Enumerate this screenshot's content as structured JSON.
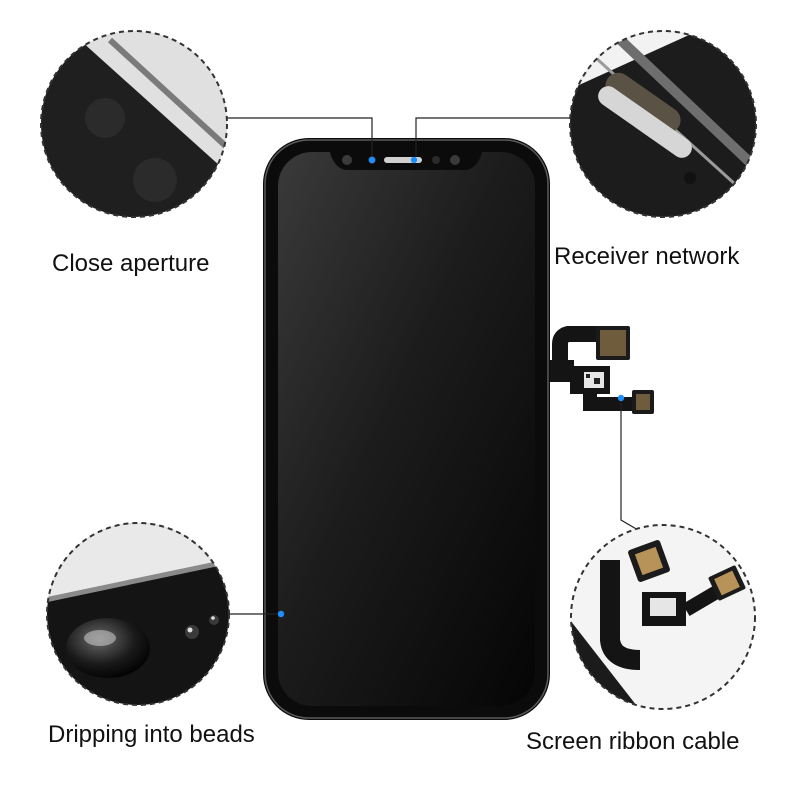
{
  "labels": {
    "close_aperture": "Close aperture",
    "receiver_network": "Receiver network",
    "dripping_into_beads": "Dripping into beads",
    "screen_ribbon_cable": "Screen ribbon cable"
  },
  "colors": {
    "background": "#ffffff",
    "phone_body": "#0b0b0b",
    "screen": "#1a1a1a",
    "bezel_highlight": "#5a5a5a",
    "callout_dot": "#1e8fff",
    "dashed_border": "#333333",
    "flex_cable": "#141414",
    "connector_gold": "#b7935a"
  },
  "icons": {
    "callout_marker": "blue-dot",
    "zoom_lens": "dashed-circle"
  }
}
